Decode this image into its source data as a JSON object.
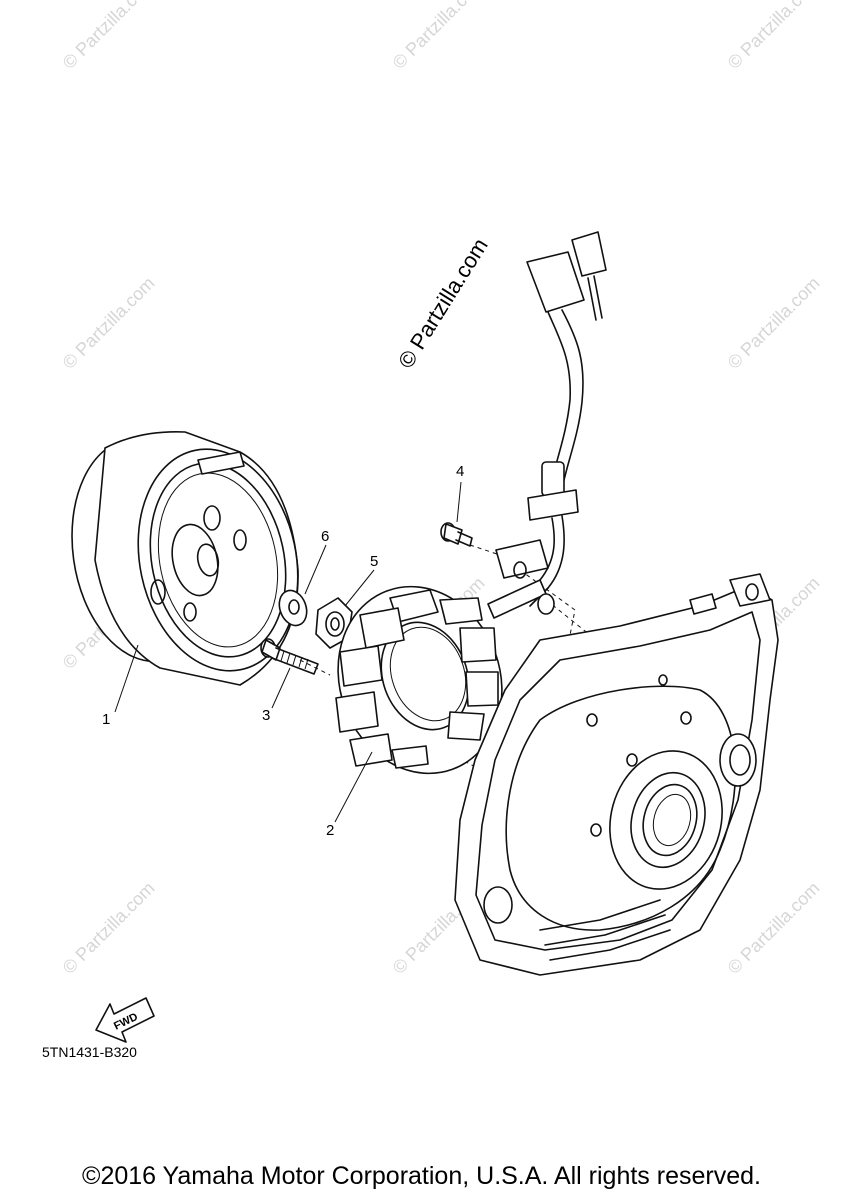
{
  "watermark": {
    "text": "© Partzilla.com"
  },
  "callouts": [
    {
      "id": "1"
    },
    {
      "id": "2"
    },
    {
      "id": "3"
    },
    {
      "id": "4"
    },
    {
      "id": "5"
    },
    {
      "id": "6"
    }
  ],
  "fwd_label": "FWD",
  "diagram_code": "5TN1431-B320",
  "copyright": "©2016 Yamaha Motor Corporation, U.S.A. All rights reserved."
}
